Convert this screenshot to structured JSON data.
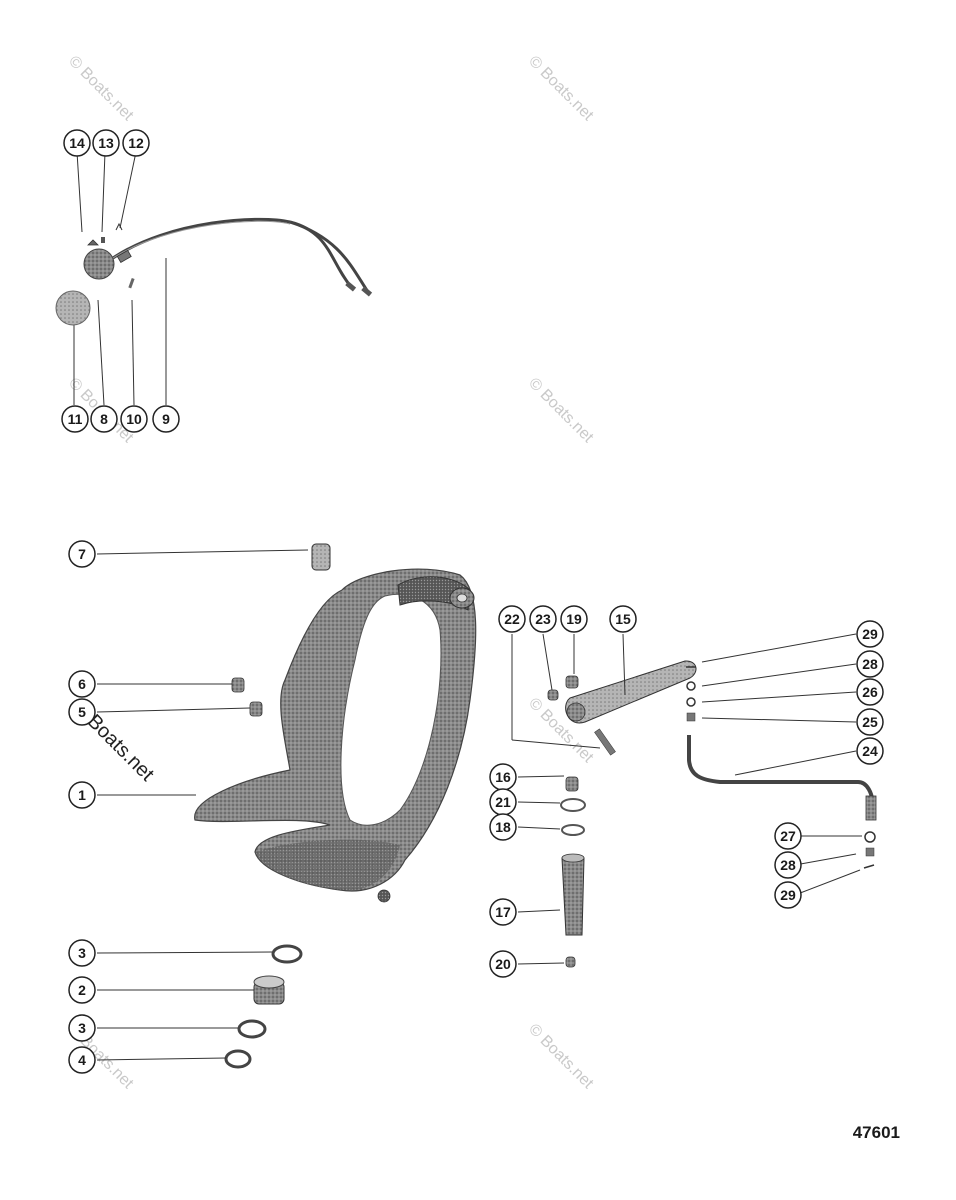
{
  "figure_number": "47601",
  "watermark_text": "© Boats.net",
  "callouts": {
    "c14": "14",
    "c13": "13",
    "c12": "12",
    "c11": "11",
    "c8": "8",
    "c10": "10",
    "c9": "9",
    "c7": "7",
    "c6": "6",
    "c5": "5",
    "c1": "1",
    "c3a": "3",
    "c2": "2",
    "c3b": "3",
    "c4": "4",
    "c22": "22",
    "c23": "23",
    "c19": "19",
    "c15": "15",
    "c16": "16",
    "c21": "21",
    "c18": "18",
    "c17": "17",
    "c20": "20",
    "c29a": "29",
    "c28a": "28",
    "c26": "26",
    "c25": "25",
    "c24": "24",
    "c27": "27",
    "c28b": "28",
    "c29b": "29"
  }
}
